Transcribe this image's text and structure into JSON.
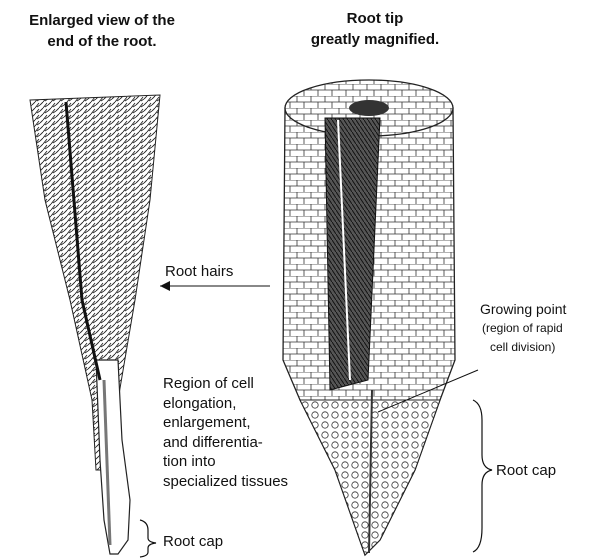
{
  "titles": {
    "left": [
      "Enlarged view of the",
      "end of the root."
    ],
    "right": [
      "Root tip",
      "greatly magnified."
    ]
  },
  "labels": {
    "root_hairs": "Root hairs",
    "growing_point": [
      "Growing point",
      "(region of rapid",
      "cell division)"
    ],
    "elongation": [
      "Region of cell",
      "elongation,",
      "enlargement,",
      "and differentia-",
      "tion into",
      "specialized tissues"
    ],
    "root_cap_right": "Root cap",
    "root_cap_left": "Root cap"
  },
  "colors": {
    "ink": "#111111",
    "paper": "#ffffff",
    "shade": "#8a8a8a"
  }
}
